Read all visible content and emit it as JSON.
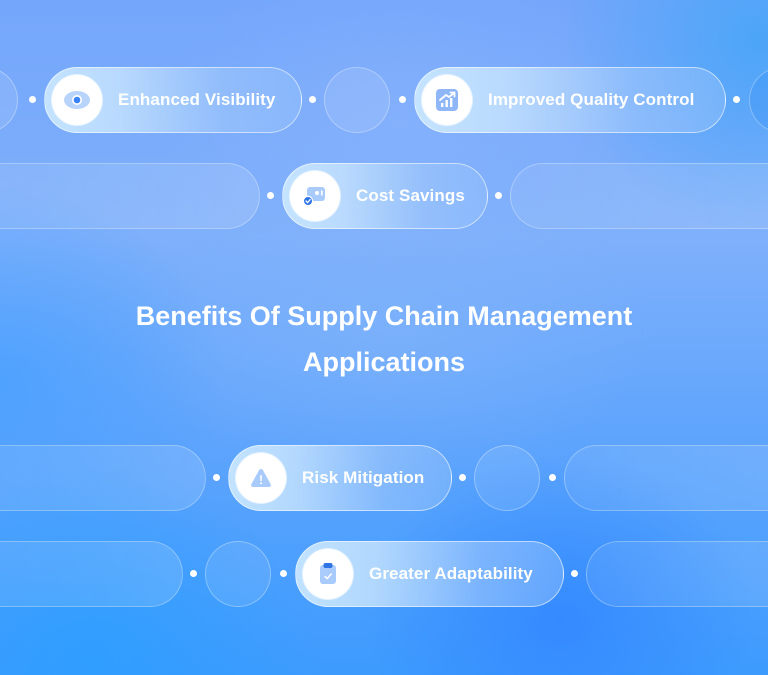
{
  "title": {
    "line1": "Benefits Of Supply Chain Management",
    "line2": "Applications"
  },
  "benefits": [
    {
      "label": "Enhanced Visibility",
      "icon": "eye-icon"
    },
    {
      "label": "Improved Quality Control",
      "icon": "chart-up-icon"
    },
    {
      "label": "Cost Savings",
      "icon": "wallet-check-icon"
    },
    {
      "label": "Risk Mitigation",
      "icon": "warning-triangle-icon"
    },
    {
      "label": "Greater Adaptability",
      "icon": "clipboard-check-icon"
    }
  ],
  "colors": {
    "background_top": "#74a6fb",
    "background_bottom": "#3d9bfe",
    "icon_blue": "#3b82f6",
    "icon_light": "#a9cbfb",
    "text": "#ffffff"
  }
}
